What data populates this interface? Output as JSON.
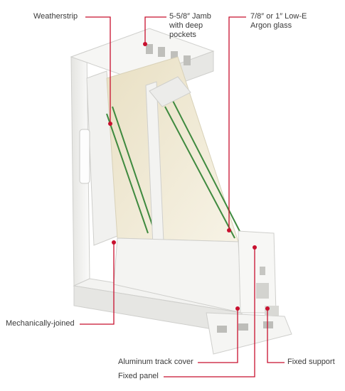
{
  "labels": {
    "weatherstrip": "Weatherstrip",
    "jamb": "5-5/8″ Jamb\nwith deep\npockets",
    "glass": "7/8″ or 1″ Low-E\nArgon glass",
    "mechanically_joined": "Mechanically-joined",
    "aluminum_track_cover": "Aluminum track cover",
    "fixed_support": "Fixed support",
    "fixed_panel": "Fixed panel"
  },
  "colors": {
    "callout": "#c8102e",
    "vinyl": "#f4f4f2",
    "vinyl_shadow": "#d9d9d6",
    "glass_edge": "#3f8a3f",
    "glass_tint": "#efe7cf",
    "text": "#3a3a3a"
  }
}
